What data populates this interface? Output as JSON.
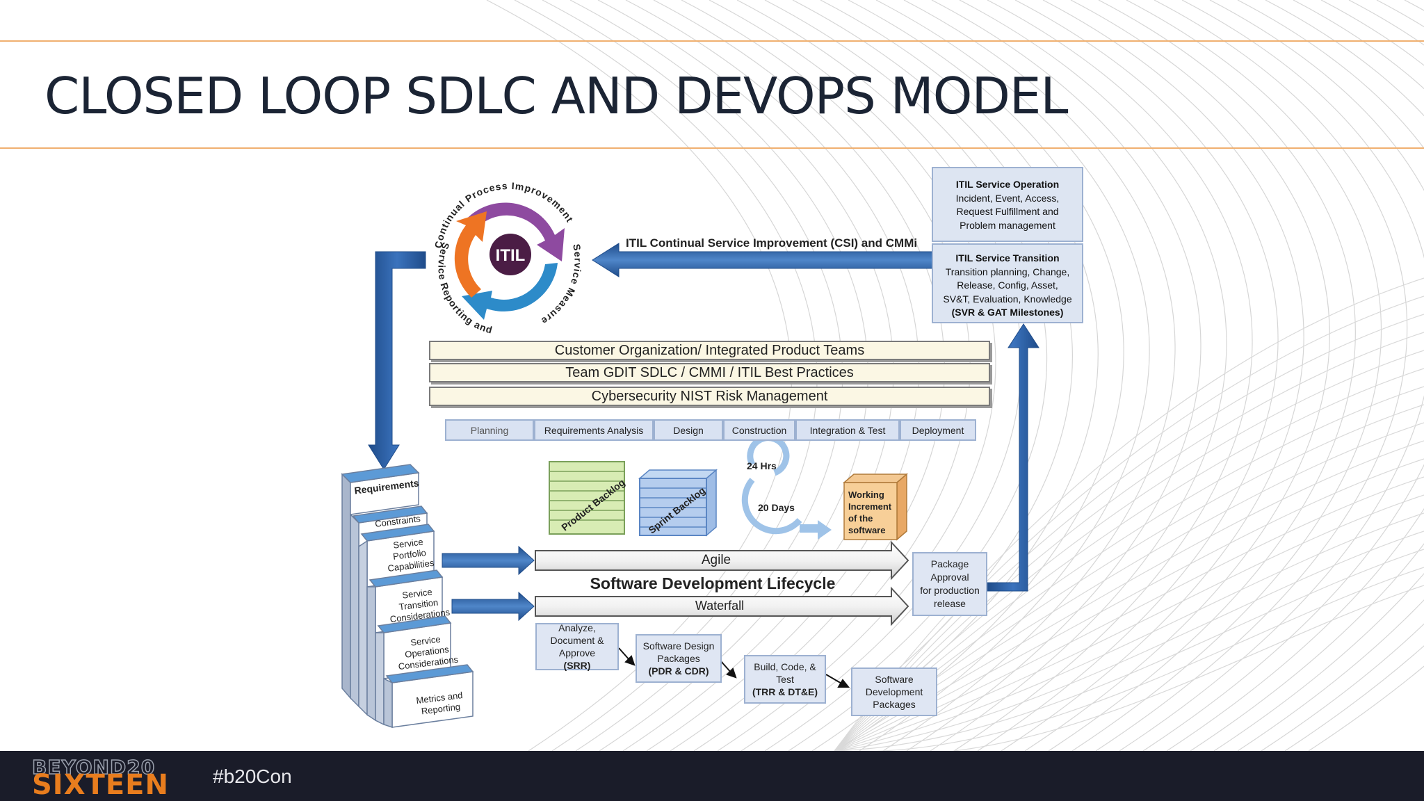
{
  "slide": {
    "title": "CLOSED LOOP SDLC AND DEVOPS MODEL"
  },
  "footer": {
    "logo_line1": "BEYOND20",
    "logo_line2": "SIXTEEN",
    "hashtag": "#b20Con"
  },
  "itil_cycle": {
    "center": "ITIL",
    "ring_top": "Continual Process Improvement",
    "ring_right": "Service Measurement",
    "ring_left": "Service Reporting and"
  },
  "csi_arrow_label": "ITIL Continual Service Improvement (CSI) and CMMi",
  "service_operation": {
    "title": "ITIL Service Operation",
    "lines": [
      "Incident, Event, Access,",
      "Request Fulfillment and",
      "Problem management"
    ]
  },
  "service_transition": {
    "title": "ITIL Service Transition",
    "lines": [
      "Transition planning, Change,",
      "Release, Config, Asset,",
      "SV&T, Evaluation, Knowledge"
    ],
    "milestones": "(SVR & GAT Milestones)"
  },
  "bars": [
    "Customer Organization/ Integrated Product Teams",
    "Team GDIT SDLC / CMMI / ITIL Best Practices",
    "Cybersecurity NIST Risk Management"
  ],
  "phases": [
    "Planning",
    "Requirements Analysis",
    "Design",
    "Construction",
    "Integration & Test",
    "Deployment"
  ],
  "scrum": {
    "product_backlog": "Product Backlog",
    "sprint_backlog": "Sprint Backlog",
    "hours": "24 Hrs",
    "days": "20 Days",
    "increment": [
      "Working",
      "Increment",
      "of the",
      "software"
    ]
  },
  "lifecycle": {
    "agile": "Agile",
    "title": "Software Development Lifecycle",
    "waterfall": "Waterfall"
  },
  "package_approval": [
    "Package",
    "Approval",
    "for production",
    "release"
  ],
  "stairs": [
    "Requirements",
    "Constraints",
    "Service Portfolio Capabilities",
    "Service Transition Considerations",
    "Service Operations Considerations",
    "Metrics and Reporting"
  ],
  "waterfall_steps": [
    {
      "text": "Analyze, Document & Approve",
      "bold": "(SRR)"
    },
    {
      "text": "Software Design Packages",
      "bold": "(PDR & CDR)"
    },
    {
      "text": "Build, Code, & Test",
      "bold": "(TRR & DT&E)"
    },
    {
      "text": "Software Development Packages",
      "bold": ""
    }
  ],
  "colors": {
    "title": "#1b2434",
    "accent_line": "#f0b070",
    "footer_bg": "#1a1c29",
    "logo_orange": "#e87d1e",
    "flow_arrow": "#2f5f9e",
    "itil_purple": "#8e4aa0",
    "itil_blue": "#2d8bc9",
    "itil_orange": "#ee7423"
  }
}
